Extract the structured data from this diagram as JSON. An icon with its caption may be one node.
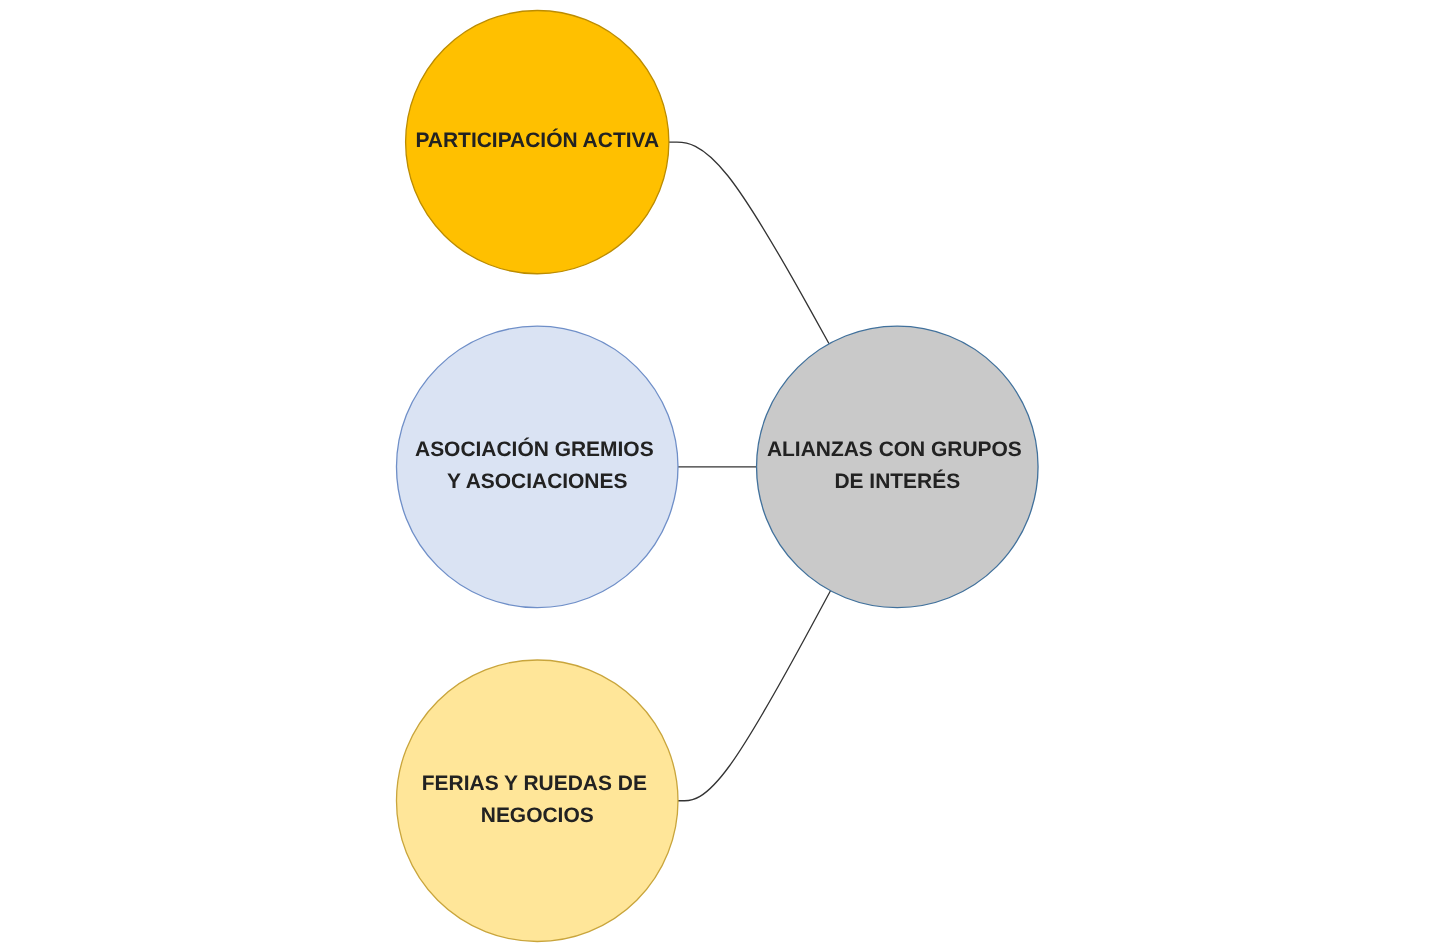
{
  "diagram": {
    "nodes": [
      {
        "text": [
          "PARTICIPACIÓN ACTIVA"
        ]
      },
      {
        "text": [
          "ASOCIACIÓN GREMIOS Y ASOCIACIONES"
        ]
      },
      {
        "text": [
          "ALIANZAS CON GRUPOS DE INTERÉS"
        ]
      },
      {
        "text": [
          "FERIAS Y RUEDAS DE NEGOCIOS"
        ]
      }
    ],
    "edges": [
      {
        "from": 0,
        "to": 2,
        "arrow": "none"
      },
      {
        "from": 1,
        "to": 2,
        "arrow": "none"
      },
      {
        "from": 3,
        "to": 2,
        "arrow": "none"
      }
    ]
  }
}
